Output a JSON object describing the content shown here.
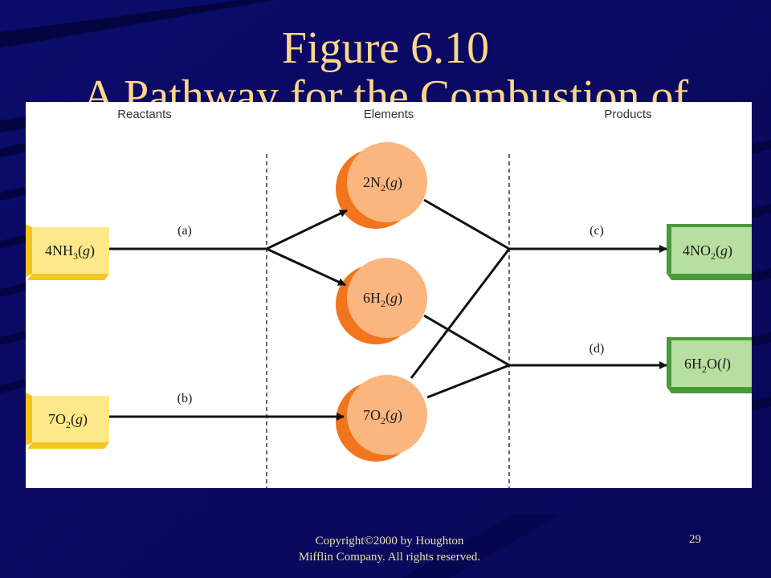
{
  "slide": {
    "title_line1": "Figure 6.10",
    "title_line2": "A Pathway for the Combustion of",
    "footer_line1": "Copyright©2000 by Houghton",
    "footer_line2": "Mifflin Company. All rights reserved.",
    "page_number": "29"
  },
  "figure": {
    "columns": [
      "Reactants",
      "Elements",
      "Products"
    ],
    "reactants": [
      {
        "id": "nh3",
        "pre": "4NH",
        "sub": "3",
        "post": "(",
        "state": "g",
        "close": ")"
      },
      {
        "id": "o2r",
        "pre": "7O",
        "sub": "2",
        "post": "(",
        "state": "g",
        "close": ")"
      }
    ],
    "elements": [
      {
        "id": "n2",
        "pre": "2N",
        "sub": "2",
        "post": "(",
        "state": "g",
        "close": ")"
      },
      {
        "id": "h2",
        "pre": "6H",
        "sub": "2",
        "post": "(",
        "state": "g",
        "close": ")"
      },
      {
        "id": "o2e",
        "pre": "7O",
        "sub": "2",
        "post": "(",
        "state": "g",
        "close": ")"
      }
    ],
    "products": [
      {
        "id": "no2",
        "pre": "4NO",
        "sub": "2",
        "post": "(",
        "state": "g",
        "close": ")"
      },
      {
        "id": "h2o",
        "pre": "6H",
        "sub": "2",
        "post": "O(",
        "state": "l",
        "close": ")"
      }
    ],
    "step_labels": [
      "(a)",
      "(b)",
      "(c)",
      "(d)"
    ],
    "colors": {
      "reactant_box": "#fde98a",
      "reactant_edge": "#f3c61e",
      "product_box": "#b8dfa0",
      "product_edge": "#4a9a3a",
      "element_disk": "#fbb57e",
      "element_shadow": "#f2751e"
    }
  }
}
